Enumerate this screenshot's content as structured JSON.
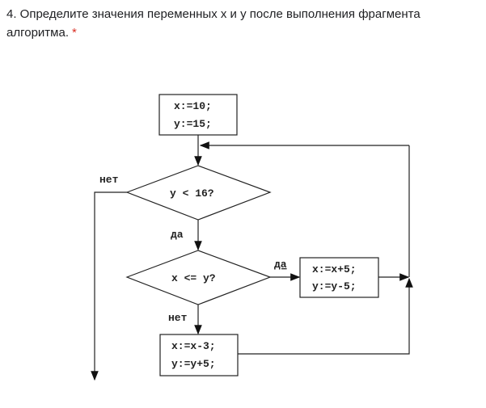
{
  "question": {
    "text": "4. Определите значения переменных x и y после выполнения фрагмента алгоритма.",
    "required_mark": "*"
  },
  "flowchart": {
    "start_block": [
      "x:=10;",
      "y:=15;"
    ],
    "condition1": "y < 16?",
    "condition1_no": "нет",
    "condition1_yes": "да",
    "condition2": "x <= y?",
    "condition2_yes": "да",
    "condition2_no": "нет",
    "yes_block": [
      "x:=x+5;",
      "y:=y-5;"
    ],
    "no_block": [
      "x:=x-3;",
      "y:=y+5;"
    ]
  }
}
